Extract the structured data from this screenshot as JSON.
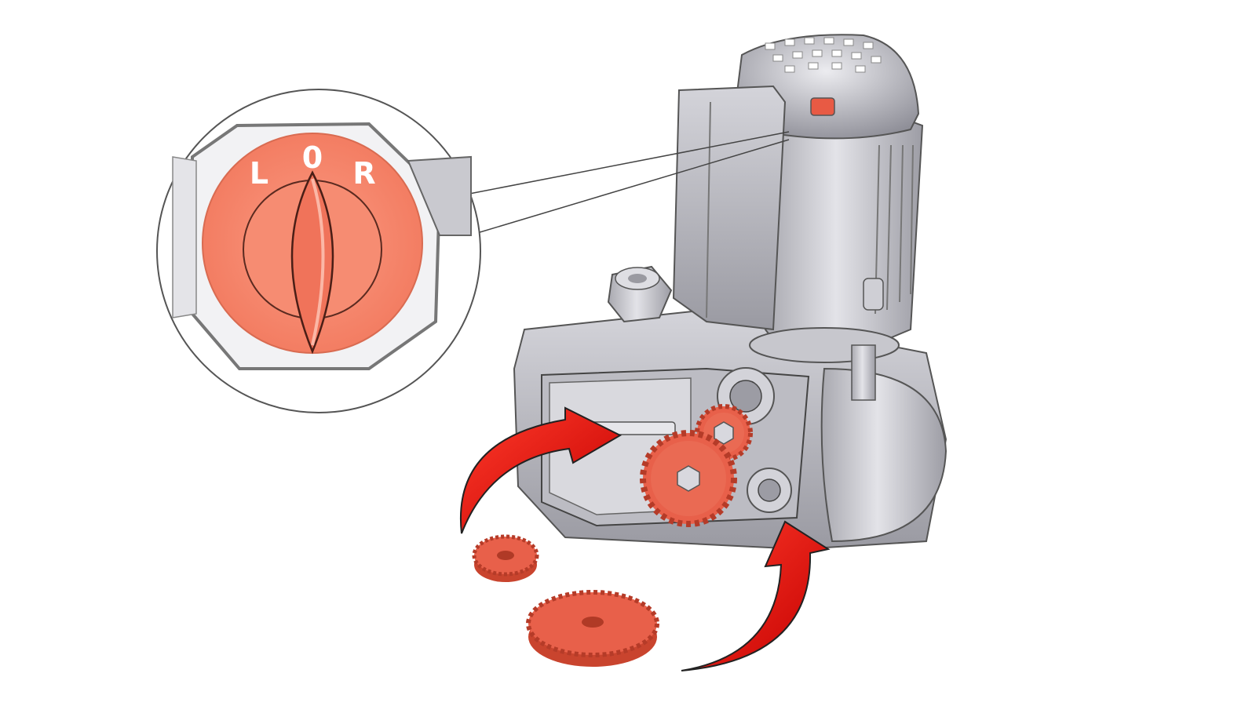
{
  "diagram": {
    "selector_switch": {
      "positions": [
        "L",
        "0",
        "R"
      ]
    },
    "gears": {
      "loose_count": 2,
      "mounted_count": 2
    },
    "colors": {
      "accent_gear": "#e8604a",
      "selector_face": "#f98a70",
      "arrow": "#ee1111",
      "housing": "#c9c9cf",
      "outline": "#333333"
    }
  }
}
